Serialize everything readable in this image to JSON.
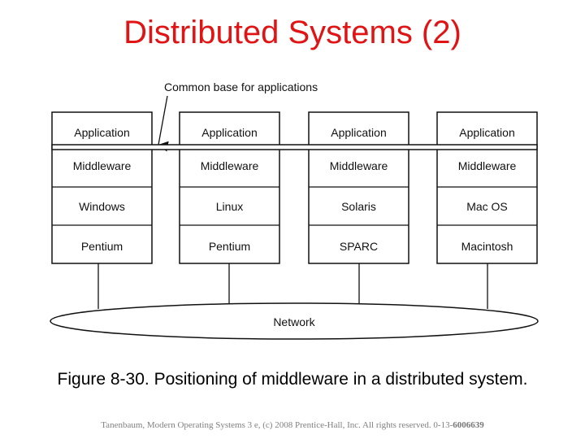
{
  "title": "Distributed Systems (2)",
  "diagram": {
    "annotation": "Common base for applications",
    "machines": [
      {
        "layers": [
          "Application",
          "Middleware",
          "Windows",
          "Pentium"
        ]
      },
      {
        "layers": [
          "Application",
          "Middleware",
          "Linux",
          "Pentium"
        ]
      },
      {
        "layers": [
          "Application",
          "Middleware",
          "Solaris",
          "SPARC"
        ]
      },
      {
        "layers": [
          "Application",
          "Middleware",
          "Mac OS",
          "Macintosh"
        ]
      }
    ],
    "network_label": "Network"
  },
  "caption": "Figure 8-30. Positioning of middleware in a distributed system.",
  "footer": {
    "text": "Tanenbaum, Modern Operating Systems 3 e, (c) 2008 Prentice-Hall, Inc. All rights reserved. 0-13-",
    "isbn_bold": "6006639"
  },
  "colors": {
    "title": "#e01414",
    "line": "#111111"
  }
}
